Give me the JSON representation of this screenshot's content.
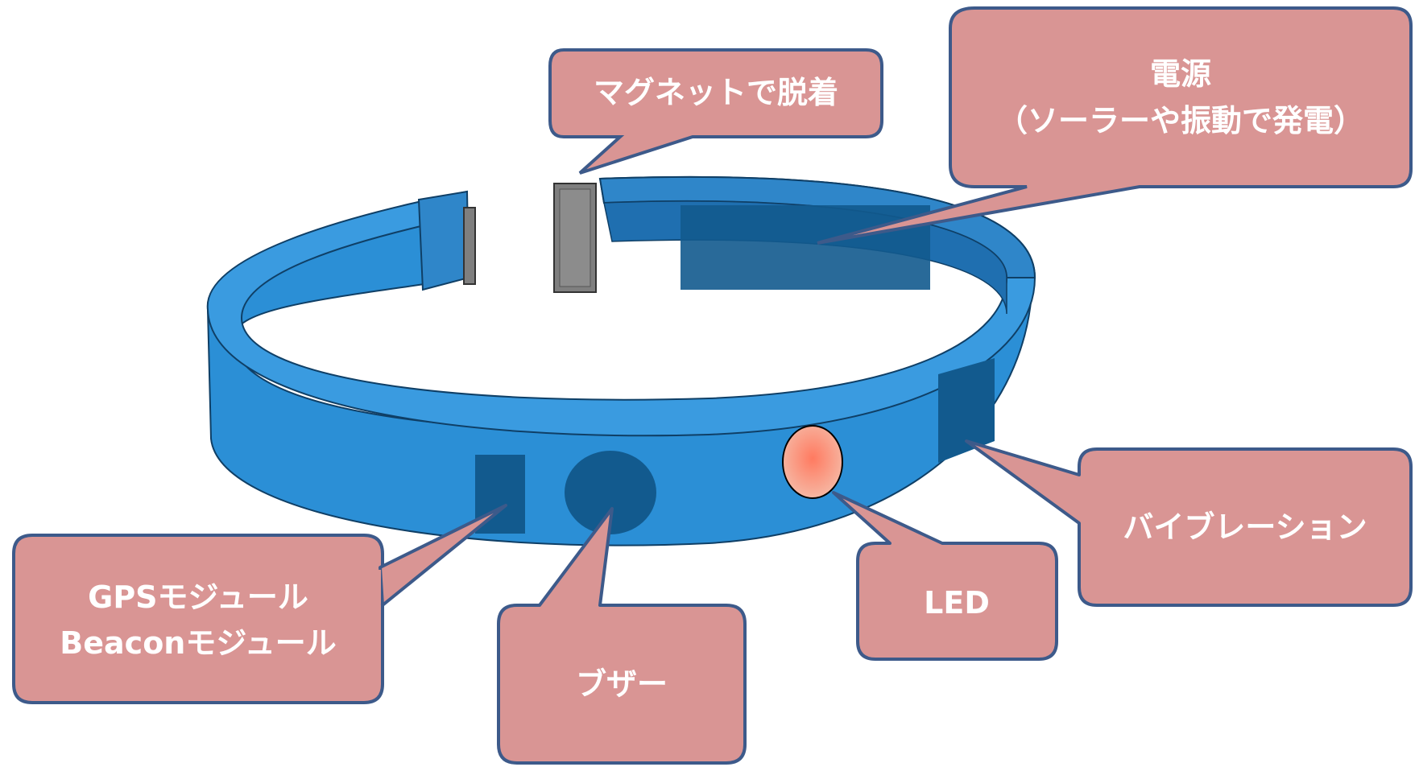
{
  "callouts": {
    "magnet": {
      "lines": [
        "マグネットで脱着"
      ]
    },
    "power": {
      "lines": [
        "電源",
        "（ソーラーや振動で発電）"
      ]
    },
    "gps": {
      "lines": [
        "GPSモジュール",
        "Beaconモジュール"
      ]
    },
    "buzzer": {
      "lines": [
        "ブザー"
      ]
    },
    "led": {
      "lines": [
        "LED"
      ]
    },
    "vibration": {
      "lines": [
        "バイブレーション"
      ]
    }
  },
  "colors": {
    "band": "#2b8fd6",
    "band_dark": "#1f6fb0",
    "band_inner": "#3a9be0",
    "recess": "#125a8e",
    "callout_fill": "#d99594",
    "callout_stroke": "#3d5a8a",
    "led": "#f4a08a",
    "magnet": "#7f7f7f"
  }
}
